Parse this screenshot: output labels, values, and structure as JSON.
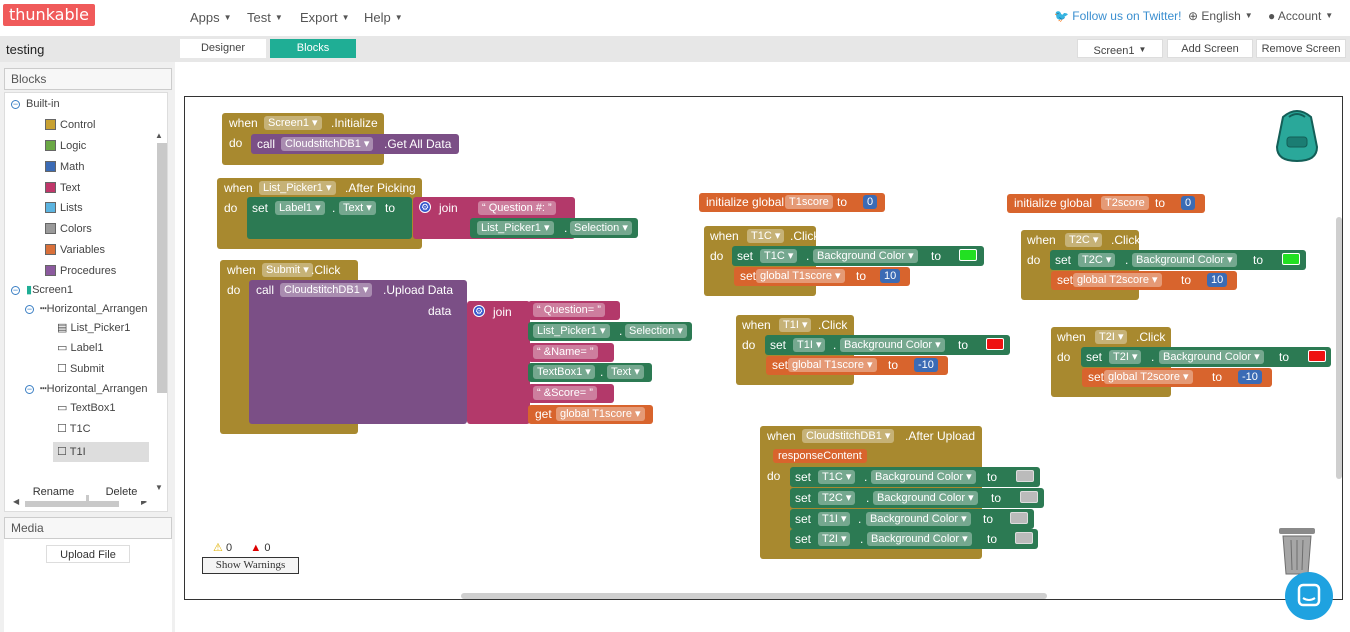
{
  "app": {
    "logo": "thunkable",
    "project": "testing"
  },
  "menu": [
    {
      "label": "Apps"
    },
    {
      "label": "Test"
    },
    {
      "label": "Export"
    },
    {
      "label": "Help"
    }
  ],
  "top_right": {
    "twitter": "Follow us on Twitter!",
    "language": "English",
    "account": "Account"
  },
  "tabs": {
    "designer": "Designer",
    "blocks": "Blocks"
  },
  "screen_controls": {
    "screen": "Screen1",
    "add": "Add Screen",
    "remove": "Remove Screen"
  },
  "panel": {
    "blocks_title": "Blocks",
    "media_title": "Media",
    "rename": "Rename",
    "delete": "Delete",
    "upload": "Upload File"
  },
  "tree": {
    "builtin": "Built-in",
    "items": [
      {
        "label": "Control",
        "color": "#c8a132"
      },
      {
        "label": "Logic",
        "color": "#6ba845"
      },
      {
        "label": "Math",
        "color": "#3b6bb5"
      },
      {
        "label": "Text",
        "color": "#c0376a"
      },
      {
        "label": "Lists",
        "color": "#5cb4e0"
      },
      {
        "label": "Colors",
        "color": "#9a9a9a"
      },
      {
        "label": "Variables",
        "color": "#d9703a"
      },
      {
        "label": "Procedures",
        "color": "#8b5a9e"
      }
    ],
    "screen": "Screen1",
    "ha1": "Horizontal_Arrangen",
    "ha1_items": [
      "List_Picker1",
      "Label1",
      "Submit"
    ],
    "ha2": "Horizontal_Arrangen",
    "ha2_items": [
      "TextBox1",
      "T1C",
      "T1I"
    ]
  },
  "warnings": {
    "warn_count": "0",
    "error_count": "0",
    "show": "Show Warnings"
  },
  "blocks": {
    "when": "when",
    "do": "do",
    "set": "set",
    "to": "to",
    "call": "call",
    "join": "join",
    "data": "data",
    "get": "get",
    "dot": ".",
    "b1": {
      "comp": "Screen1",
      "event": ".Initialize",
      "target": "CloudstitchDB1",
      "method": ".Get All Data"
    },
    "b2": {
      "comp": "List_Picker1",
      "event": ".After Picking",
      "lbl": "Label1",
      "prop": "Text",
      "str": "Question #:",
      "src": "List_Picker1",
      "srcprop": "Selection"
    },
    "b3": {
      "comp": "Submit",
      "event": ".Click",
      "target": "CloudstitchDB1",
      "method": ".Upload Data",
      "s1": "Question=",
      "c1": "List_Picker1",
      "p1": "Selection",
      "s2": "&Name=",
      "c2": "TextBox1",
      "p2": "Text",
      "s3": "&Score=",
      "g": "global T1score"
    },
    "v1": {
      "text": "initialize global",
      "name": "T1score",
      "val": "0"
    },
    "v2": {
      "text": "initialize global",
      "name": "T2score",
      "val": "0"
    },
    "t1c": {
      "comp": "T1C",
      "event": ".Click",
      "prop": "Background Color",
      "var": "global T1score",
      "val": "10"
    },
    "t2c": {
      "comp": "T2C",
      "event": ".Click",
      "prop": "Background Color",
      "var": "global T2score",
      "val": "10"
    },
    "t1i": {
      "comp": "T1I",
      "event": ".Click",
      "prop": "Background Color",
      "var": "global T1score",
      "val": "-10"
    },
    "t2i": {
      "comp": "T2I",
      "event": ".Click",
      "prop": "Background Color",
      "var": "global T2score",
      "val": "-10"
    },
    "up": {
      "comp": "CloudstitchDB1",
      "event": ".After Upload",
      "param": "responseContent",
      "c1": "T1C",
      "c2": "T2C",
      "c3": "T1I",
      "c4": "T2I",
      "prop": "Background Color"
    }
  },
  "colors": {
    "green": "#22e022",
    "red": "#ee1111",
    "gray": "#bbbbbb"
  }
}
